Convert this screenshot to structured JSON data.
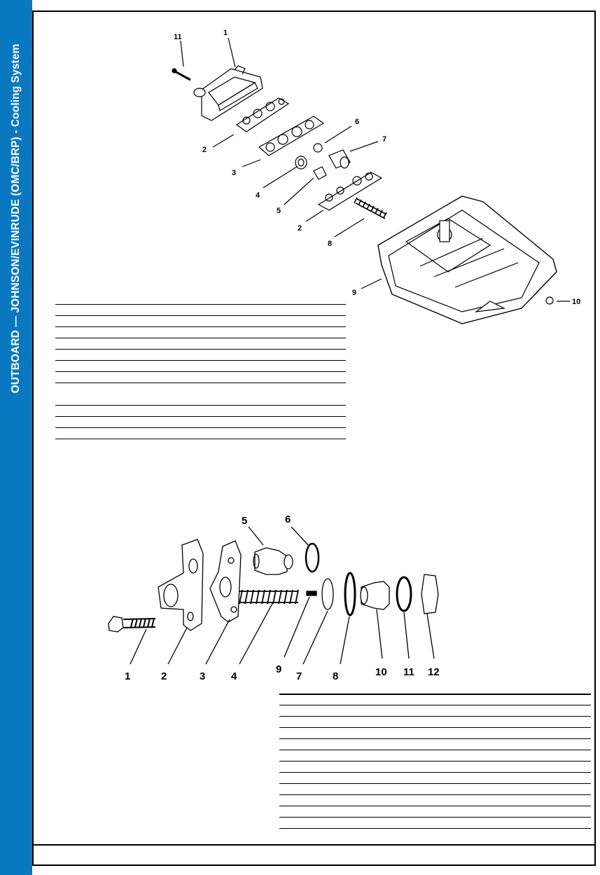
{
  "sidebar": {
    "text": "OUTBOARD — JOHNSON/EVINRUDE (OMC/BRP) - Cooling System",
    "color": "#0a78c0"
  },
  "diagram1": {
    "callouts": [
      "11",
      "1",
      "2",
      "3",
      "6",
      "7",
      "4",
      "5",
      "2",
      "8",
      "9",
      "10"
    ]
  },
  "diagram2": {
    "callouts": [
      "5",
      "6",
      "1",
      "2",
      "3",
      "4",
      "9",
      "7",
      "8",
      "10",
      "11",
      "12"
    ]
  }
}
